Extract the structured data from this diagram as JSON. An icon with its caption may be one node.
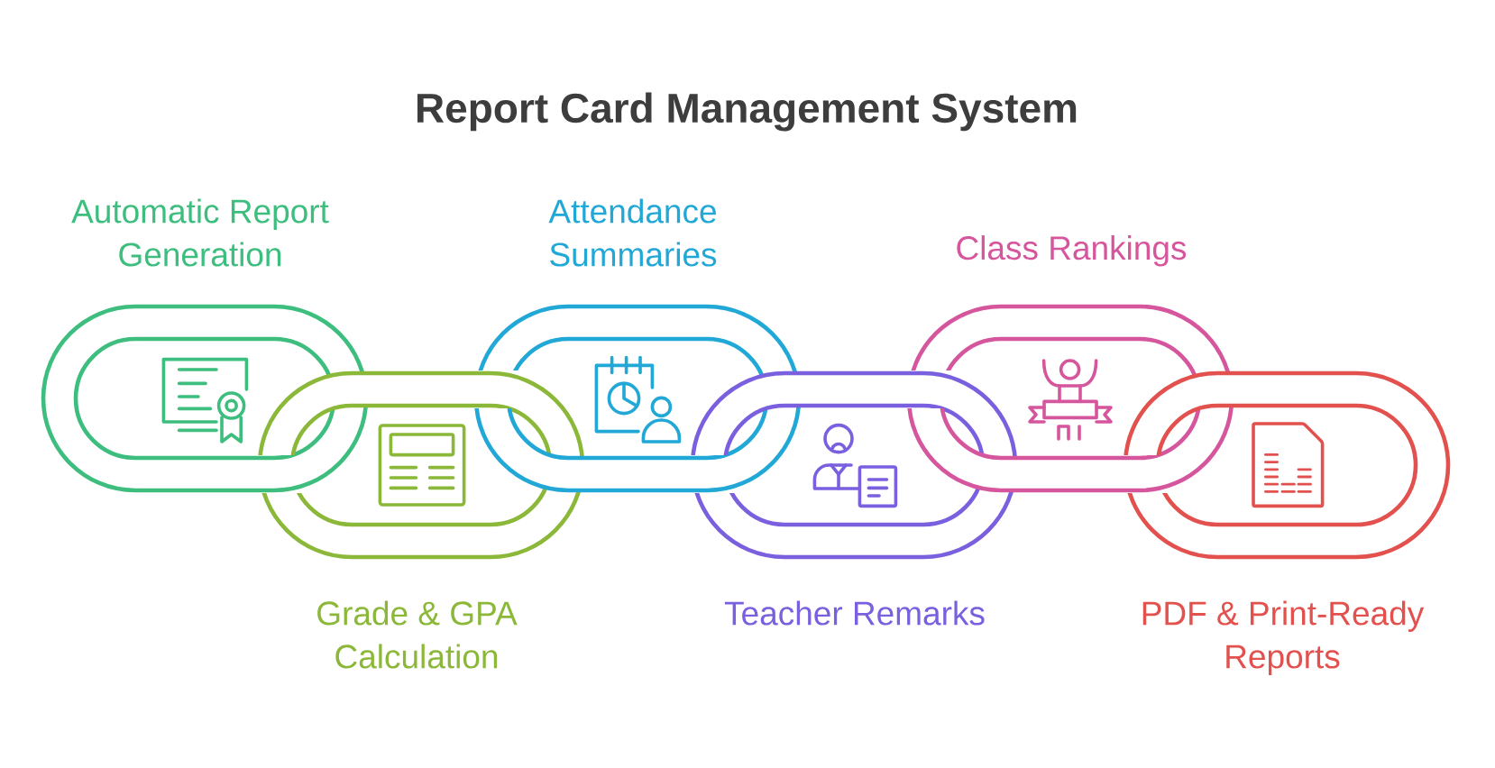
{
  "diagram": {
    "title": "Report Card Management System",
    "nodes": [
      {
        "text": [
          "Automatic Report Generation"
        ]
      },
      {
        "text": [
          "Grade & GPA Calculation"
        ]
      },
      {
        "text": [
          "Attendance Summaries"
        ]
      },
      {
        "text": [
          "Teacher Remarks"
        ]
      },
      {
        "text": [
          "Class Rankings"
        ]
      },
      {
        "text": [
          "PDF & Print-Ready Reports"
        ]
      }
    ]
  }
}
